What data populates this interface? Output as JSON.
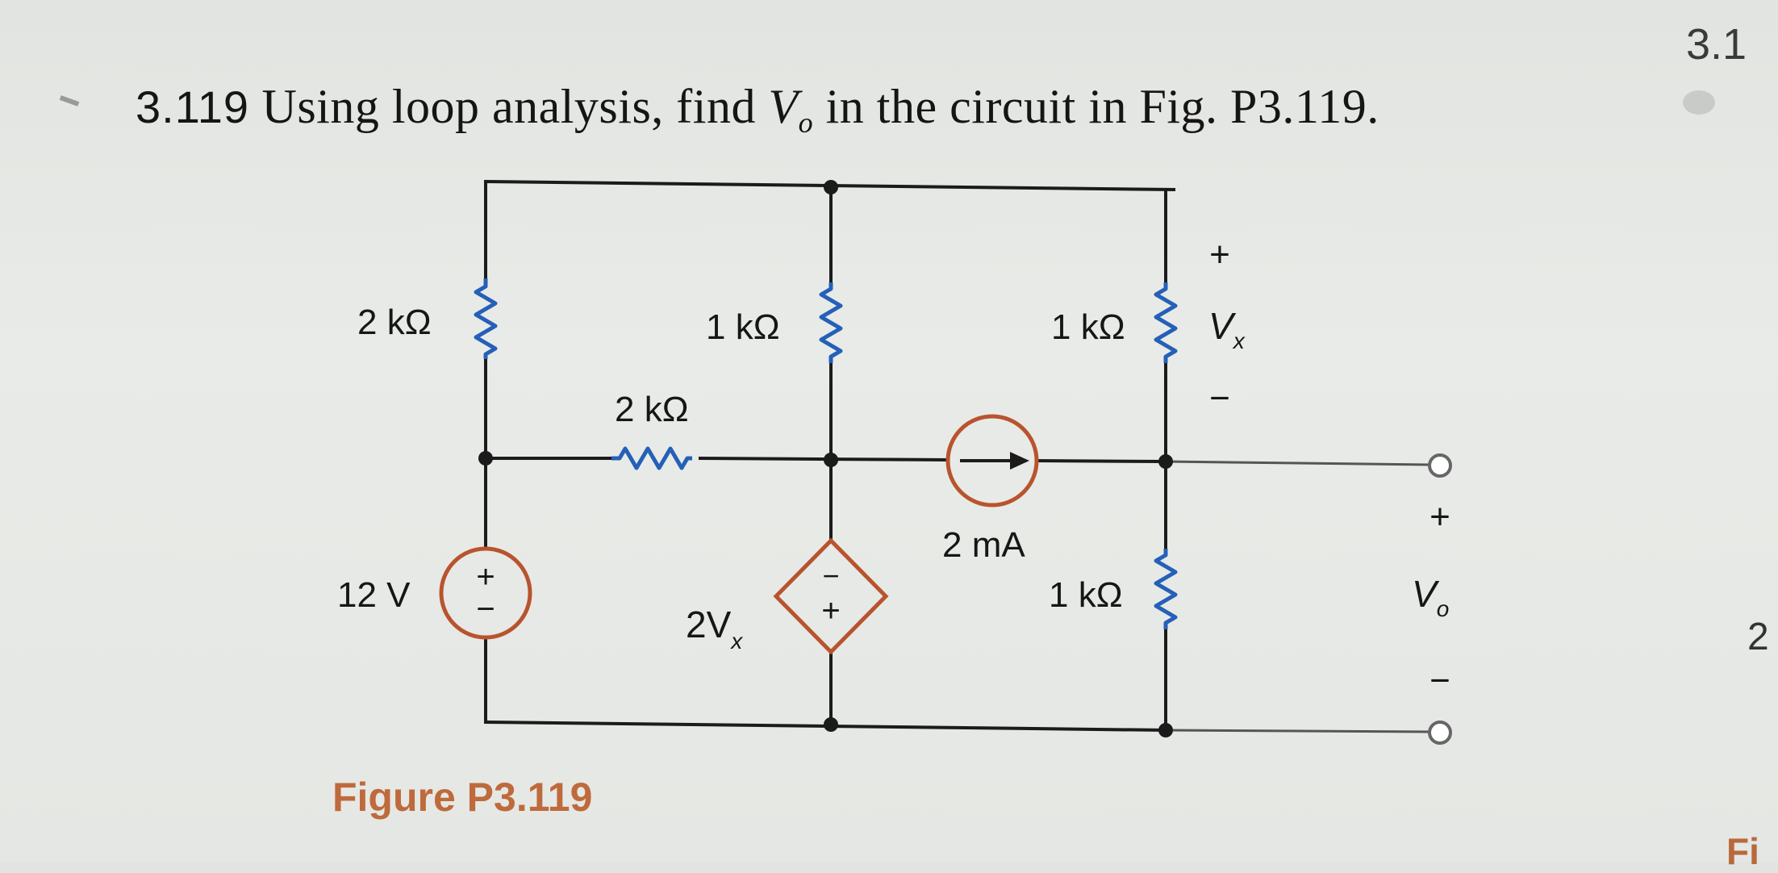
{
  "problem": {
    "number": "3.119",
    "text_before": "Using loop analysis, find ",
    "var_main": "V",
    "var_sub": "o",
    "text_after": " in the circuit in Fig. P3.119."
  },
  "edge_text": {
    "top_right_number": "3.1",
    "right_margin": "2",
    "bottom_right": "Fi"
  },
  "circuit": {
    "r_top_left": "2 kΩ",
    "r_top_mid": "1 kΩ",
    "r_top_right": "1 kΩ",
    "r_horizontal": "2 kΩ",
    "r_bottom_right": "1 kΩ",
    "voltage_source": "12 V",
    "voltage_source_plus": "+",
    "voltage_source_minus": "−",
    "dependent_source_coef": "2V",
    "dependent_source_sub": "x",
    "dependent_source_plus": "+",
    "dependent_source_minus": "−",
    "current_source": "2 mA",
    "vx_plus": "+",
    "vx_label": "V",
    "vx_sub": "x",
    "vx_minus": "−",
    "vo_plus": "+",
    "vo_label": "V",
    "vo_sub": "o",
    "vo_minus": "−"
  },
  "caption": "Figure P3.119",
  "colors": {
    "component": "#2560b8",
    "source": "#b8542d",
    "wire": "#1b1b1b",
    "caption": "#bf6a3c"
  }
}
